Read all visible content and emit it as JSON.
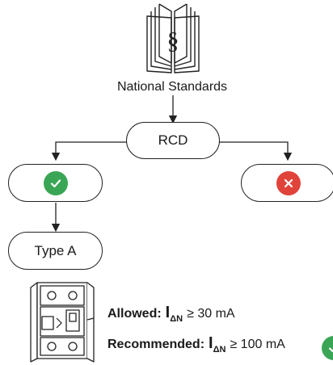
{
  "header": {
    "book_icon": "book-section-icon",
    "section_symbol": "§",
    "title": "National Standards"
  },
  "rcd_node": {
    "label": "RCD"
  },
  "left_node": {
    "icon": "check-icon",
    "color": "#3aa655"
  },
  "right_node": {
    "icon": "cross-icon",
    "color": "#e0433a"
  },
  "type_node": {
    "label": "Type A"
  },
  "device": {
    "icon": "rcd-breaker-icon"
  },
  "legend": {
    "allowed": {
      "label": "Allowed:",
      "symbol": "I",
      "subscript": "ΔN",
      "condition": "≥ 30 mA"
    },
    "recommended": {
      "label": "Recommended:",
      "symbol": "I",
      "subscript": "ΔN",
      "condition": "≥ 100 mA",
      "badge_icon": "check-icon",
      "badge_color": "#3aa655"
    }
  }
}
